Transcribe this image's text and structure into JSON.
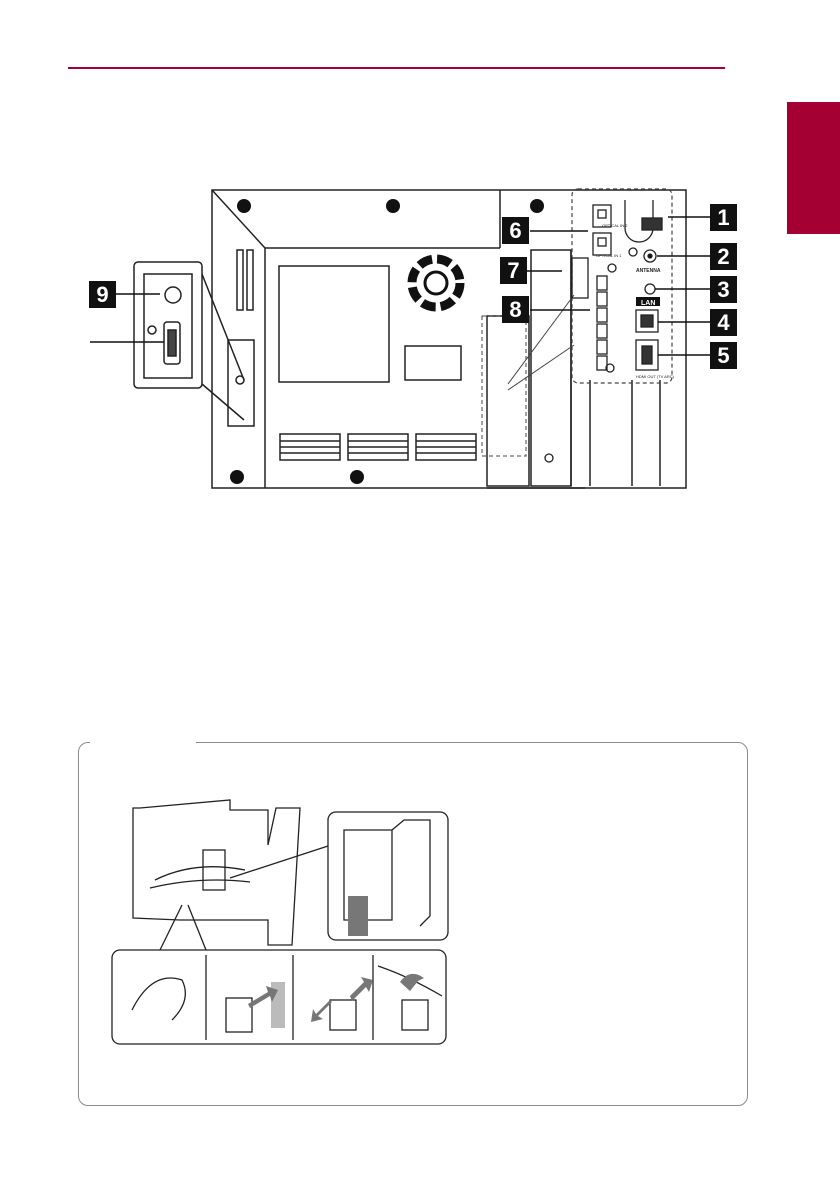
{
  "callouts": {
    "n1": "1",
    "n2": "2",
    "n3": "3",
    "n4": "4",
    "n5": "5",
    "n6": "6",
    "n7": "7",
    "n8": "8",
    "n9": "9"
  },
  "panel_labels": {
    "optical_a": "OPTICAL IN 2",
    "optical_b": "OPTICAL IN 1",
    "antenna": "ANTENNA",
    "lan": "LAN",
    "hdmi": "HDMI OUT (TV ARC)"
  },
  "colors": {
    "accent": "#a50034",
    "callout_bg": "#111111"
  }
}
